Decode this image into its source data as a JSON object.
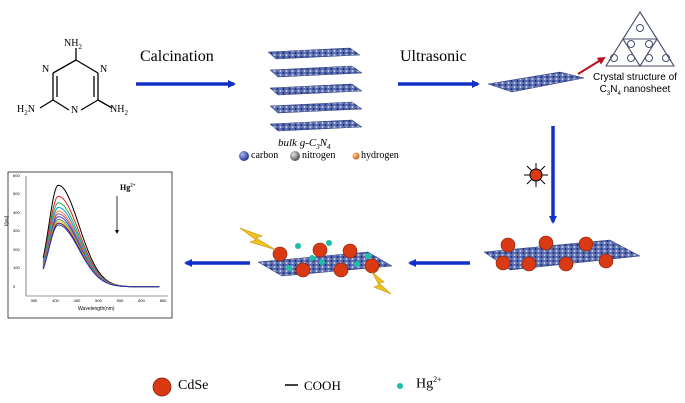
{
  "steps": {
    "calcination": "Calcination",
    "ultrasonic": "Ultrasonic"
  },
  "melamine": {
    "amine_top": "NH",
    "amine_left": "H",
    "amine_left_rest": "N",
    "amine_right": "NH",
    "n_top_left": "N",
    "n_top_right": "N",
    "n_bottom": "N",
    "sub2": "2"
  },
  "bulk": {
    "label_main": "bulk g-C",
    "sub3": "3",
    "label_n": "N",
    "sub4": "4"
  },
  "atom_legend": {
    "carbon": "carbon",
    "nitrogen": "nitrogen",
    "hydrogen": "hydrogen"
  },
  "crystal": {
    "line1": "Crystal structure of",
    "line2_c": "C",
    "line2_sub3": "3",
    "line2_n": "N",
    "line2_sub4": "4",
    "line2_rest": " nanosheet"
  },
  "spectrum": {
    "ylabel": "I(au)",
    "xlabel": "Wavelength(nm)",
    "annotation": "Hg",
    "annotation_sup": "2+",
    "yticks": [
      "600",
      "500",
      "400",
      "300",
      "200",
      "100",
      "0"
    ],
    "xticks": [
      "350",
      "400",
      "450",
      "500",
      "550",
      "600",
      "650"
    ]
  },
  "chart_data": {
    "type": "line",
    "xlabel": "Wavelength(nm)",
    "ylabel": "I(au)",
    "xlim": [
      330,
      660
    ],
    "ylim": [
      -50,
      600
    ],
    "peak_x": 405,
    "series": [
      {
        "color": "#000000",
        "peak": 550
      },
      {
        "color": "#e0201e",
        "peak": 490
      },
      {
        "color": "#22b14c",
        "peak": 455
      },
      {
        "color": "#00a2e8",
        "peak": 430
      },
      {
        "color": "#ff7f27",
        "peak": 410
      },
      {
        "color": "#a349a4",
        "peak": 395
      },
      {
        "color": "#3f48cc",
        "peak": 380
      },
      {
        "color": "#7f7f7f",
        "peak": 365
      },
      {
        "color": "#b5e61d",
        "peak": 355
      },
      {
        "color": "#880015",
        "peak": 345
      },
      {
        "color": "#1f3fbf",
        "peak": 335
      }
    ]
  },
  "legend": {
    "cdse": "CdSe",
    "cooh": "COOH",
    "hg": "Hg",
    "hg_sup": "2+"
  },
  "colors": {
    "arrow": "#1230c8",
    "cdse": "#d93a14",
    "hg": "#1dbfa6",
    "lightning": "#f2c21e",
    "sheet": "#3d4f94"
  }
}
